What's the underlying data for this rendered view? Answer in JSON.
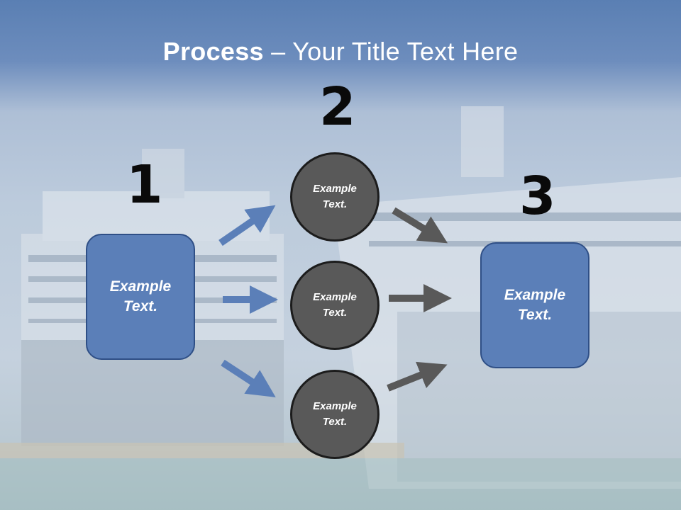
{
  "title": {
    "bold": "Process",
    "dash": " – ",
    "rest": "Your Title Text Here"
  },
  "steps": [
    {
      "number": "1",
      "label": "Example Text."
    },
    {
      "number": "2",
      "items": [
        "Example Text.",
        "Example Text.",
        "Example Text."
      ]
    },
    {
      "number": "3",
      "label": "Example Text."
    }
  ],
  "colors": {
    "box_fill": "#5b7fb8",
    "circle_fill": "#595959",
    "arrow_blue": "#5b7fb8",
    "arrow_gray": "#595959"
  }
}
